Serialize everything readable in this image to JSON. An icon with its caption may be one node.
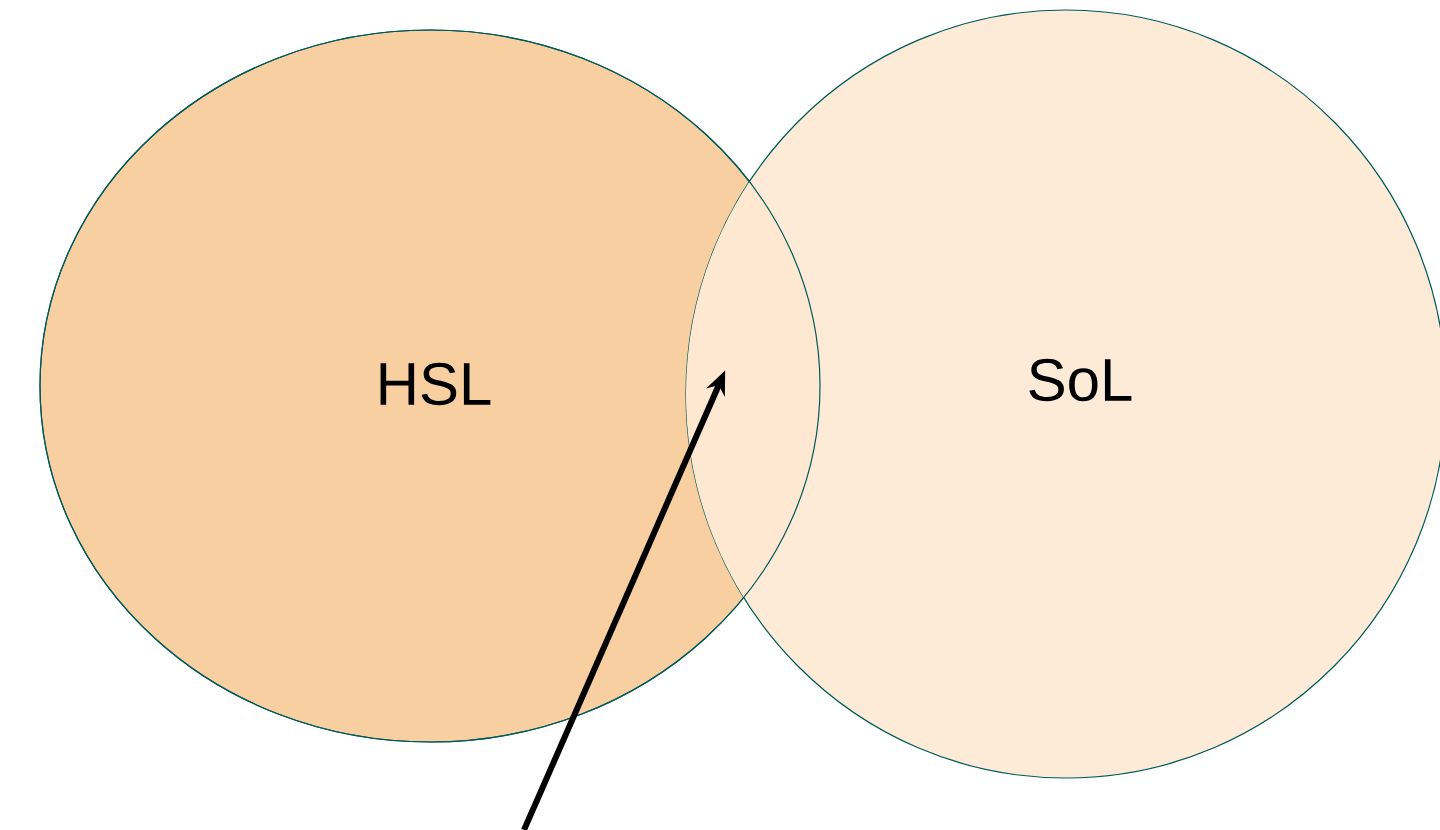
{
  "diagram": {
    "nodes": [
      {
        "text": [
          "HSL"
        ]
      },
      {
        "text": [
          "SoL"
        ]
      },
      {
        "text": [],
        "shape": "lens"
      }
    ],
    "edges": [
      {
        "from": null,
        "to": 2,
        "arrow": "to"
      }
    ]
  }
}
